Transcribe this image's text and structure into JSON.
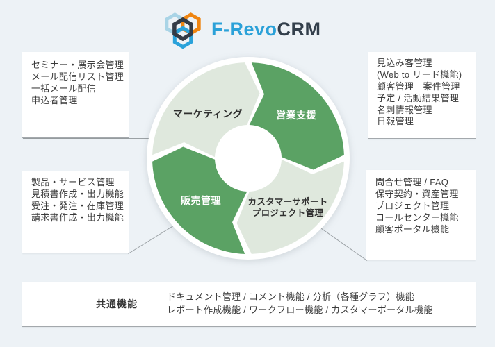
{
  "logo": {
    "text_primary": "F-Revo",
    "text_secondary": "CRM",
    "colors": {
      "primary_text": "#2ba1d8",
      "secondary_text": "#333f4b",
      "hex_light_blue": "#a9d4e6",
      "hex_orange": "#ef8511",
      "hex_blue": "#2aa2da",
      "hex_dark": "#333b46"
    }
  },
  "diagram": {
    "type": "cycle-wheel",
    "flow": "clockwise",
    "segments": [
      {
        "name": "marketing",
        "label": "マーケティング",
        "fill": "#dfe8dd",
        "text_color": "#2f2f2f",
        "position": "top-left"
      },
      {
        "name": "sales-support",
        "label": "営業支援",
        "fill": "#5ba264",
        "text_color": "#ffffff",
        "position": "top-right"
      },
      {
        "name": "customer-support-project",
        "label_line1": "カスタマーサポート",
        "label_line2": "プロジェクト管理",
        "fill": "#dfe8dd",
        "text_color": "#2f2f2f",
        "position": "bottom-right"
      },
      {
        "name": "sales-management",
        "label": "販売管理",
        "fill": "#5ba264",
        "text_color": "#ffffff",
        "position": "bottom-left"
      }
    ]
  },
  "feature_boxes": {
    "marketing": {
      "lines": [
        "セミナー・展示会管理",
        "メール配信リスト管理",
        "一括メール配信",
        "申込者管理"
      ]
    },
    "sales_support": {
      "lines": [
        "見込み客管理",
        "(Web to リード機能)",
        "顧客管理　案件管理",
        "予定 / 活動結果管理",
        "名刺情報管理",
        "日報管理"
      ]
    },
    "sales_management": {
      "lines": [
        "製品・サービス管理",
        "見積書作成・出力機能",
        "受注・発注・在庫管理",
        "請求書作成・出力機能"
      ]
    },
    "customer_support": {
      "lines": [
        "問合せ管理 / FAQ",
        "保守契約・資産管理",
        "プロジェクト管理",
        "コールセンター機能",
        "顧客ポータル機能"
      ]
    },
    "common": {
      "label": "共通機能",
      "lines": [
        "ドキュメント管理 / コメント機能 / 分析（各種グラフ）機能",
        "レポート作成機能 / ワークフロー機能 / カスタマーポータル機能"
      ]
    }
  },
  "colors": {
    "background": "#edf2f6",
    "box_background": "#ffffff",
    "box_border": "#a3a8ac",
    "connector_line": "#9ba1a5",
    "green_dark": "#5ba264",
    "green_light": "#dfe8dd",
    "body_text": "#3a3a3a",
    "wheel_center": "#ffffff"
  }
}
